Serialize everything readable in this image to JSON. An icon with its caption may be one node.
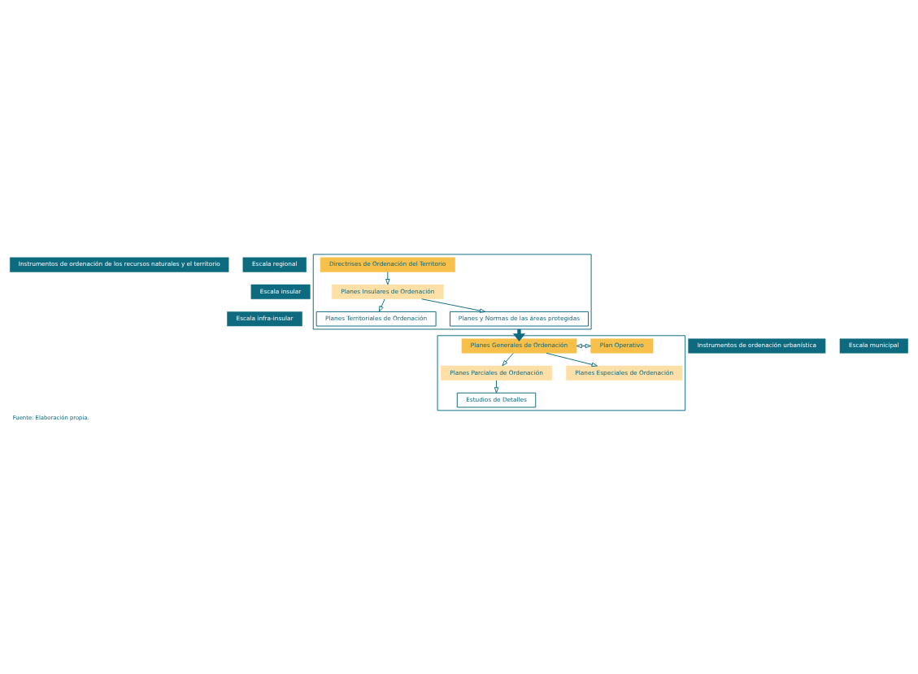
{
  "diagram": {
    "caption": "Fuente: Elaboración propia.",
    "nodes": [
      {
        "text": [
          "Instrumentos de ordenación de los recursos naturales y el territorio"
        ]
      },
      {
        "text": [
          "Escala regional"
        ]
      },
      {
        "text": [
          "Escala insular"
        ]
      },
      {
        "text": [
          "Escala infra-insular"
        ]
      },
      {
        "text": [],
        "shape": "box"
      },
      {
        "text": [
          "Directrises de Ordenación del Territorio"
        ],
        "in": 4
      },
      {
        "text": [
          "Planes Insulares de Ordenación"
        ],
        "in": 4
      },
      {
        "text": [
          "Planes Territoriales de Ordenación"
        ],
        "in": 4
      },
      {
        "text": [
          "Planes y Normas de las áreas protegidas"
        ],
        "in": 4
      },
      {
        "text": [
          "Instrumentos de ordenación urbanística"
        ]
      },
      {
        "text": [
          "Escala municipal"
        ]
      },
      {
        "text": [],
        "shape": "box"
      },
      {
        "text": [
          "Planes Generales de Ordenación"
        ],
        "in": 11
      },
      {
        "text": [
          "Plan Operativo"
        ],
        "in": 11
      },
      {
        "text": [
          "Planes Parciales de Ordenación"
        ],
        "in": 11
      },
      {
        "text": [
          "Planes Especiales de Ordenación"
        ],
        "in": 11
      },
      {
        "text": [
          "Estudios de Detalles"
        ],
        "in": 11
      }
    ],
    "edges": [
      {
        "from": 5,
        "to": 6,
        "arrow": "to"
      },
      {
        "from": 6,
        "to": 7,
        "arrow": "to"
      },
      {
        "from": 6,
        "to": 8,
        "arrow": "to"
      },
      {
        "from": 4,
        "to": 12,
        "arrow": "to",
        "style": "thick"
      },
      {
        "from": 12,
        "to": 13,
        "arrow": "both"
      },
      {
        "from": 12,
        "to": 14,
        "arrow": "to"
      },
      {
        "from": 12,
        "to": 15,
        "arrow": "to"
      },
      {
        "from": 14,
        "to": 16,
        "arrow": "to"
      }
    ]
  }
}
